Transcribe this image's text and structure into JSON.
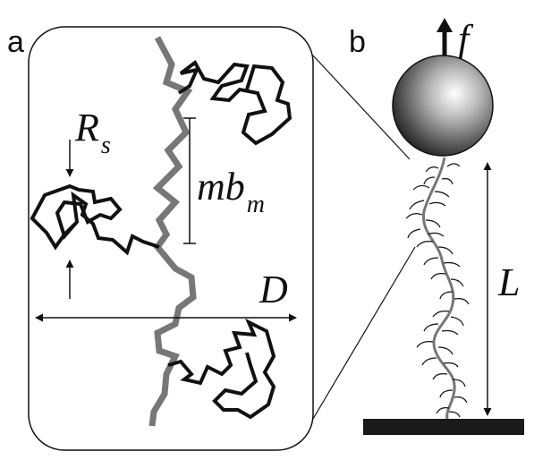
{
  "panels": {
    "a": {
      "letter": "a",
      "labels": {
        "rs_main": "R",
        "rs_sub": "s",
        "mbm_main": "mb",
        "mbm_sub": "m",
        "d": "D"
      }
    },
    "b": {
      "letter": "b",
      "labels": {
        "force": "f",
        "length": "L"
      }
    }
  },
  "colors": {
    "backbone": "#777777",
    "side_chain": "#111111",
    "outline": "#111111",
    "base": "#1a1a1a",
    "bead_light": "#ffffff",
    "bead_dark": "#1a1a1a"
  }
}
